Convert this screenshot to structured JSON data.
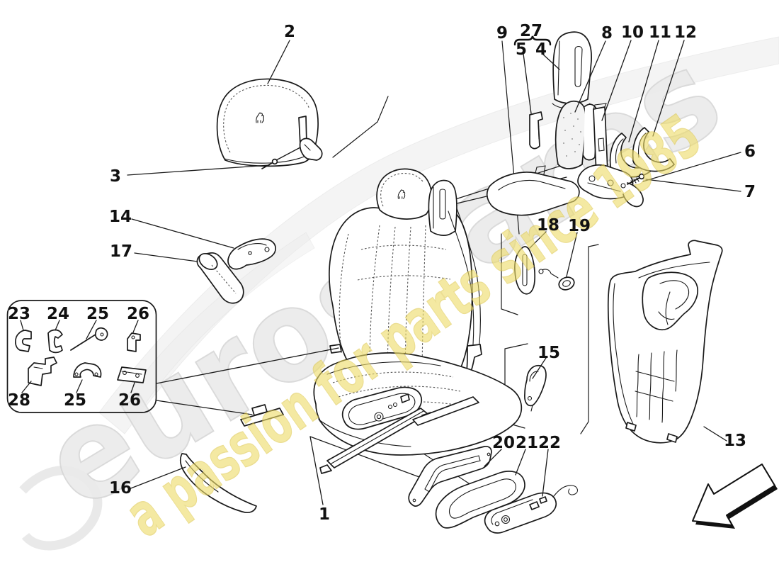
{
  "watermark": {
    "brand": "eurospares",
    "tagline": "a passion for parts since 1985",
    "brand_fill": "#ebebeb",
    "brand_stroke": "#d7d7d7",
    "tagline_fill": "#eedd6a",
    "tagline_stroke": "#dfc94e"
  },
  "diagram": {
    "line_color": "#1a1a1a",
    "arrow_fill": "#ffffff",
    "arrow_shadow": "#111111",
    "labels": {
      "n1": "1",
      "n2": "2",
      "n3": "3",
      "n4": "4",
      "n5": "5",
      "n6": "6",
      "n7": "7",
      "n8": "8",
      "n9": "9",
      "n10": "10",
      "n11": "11",
      "n12": "12",
      "n13": "13",
      "n14": "14",
      "n15": "15",
      "n16": "16",
      "n17": "17",
      "n18": "18",
      "n19": "19",
      "n20": "20",
      "n21": "21",
      "n22": "22",
      "n23": "23",
      "n24": "24",
      "n25": "25",
      "n26": "26",
      "n27": "27",
      "n28": "28",
      "n25b": "25",
      "n26b": "26"
    }
  }
}
